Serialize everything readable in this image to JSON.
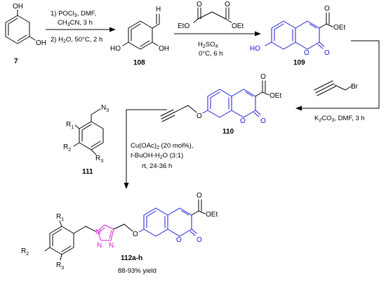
{
  "compounds": {
    "c7": "7",
    "c108": "108",
    "c109": "109",
    "c110": "110",
    "c111": "111",
    "c112": "112a-h"
  },
  "atoms": {
    "oh": "OH",
    "ho": "HO",
    "h": "H",
    "o": "O",
    "oet": "OEt",
    "et": "Et",
    "etO": "EtO",
    "br": "Br",
    "n3": "N",
    "n3_sub": "3",
    "n": "N",
    "r1": "R",
    "r1_sub": "1",
    "r2": "R",
    "r2_sub": "2",
    "r3": "R",
    "r3_sub": "3"
  },
  "conditions": {
    "step1": [
      "1) POCl3, DMF,",
      "CH3CN, 3 h",
      "2) H2O, 50°C, 2 h"
    ],
    "step2": [
      "H2SO4",
      "0°C, 6 h"
    ],
    "step3": "K2CO3, DMF, 3 h",
    "step4": [
      "Cu(OAc)2 (20 mol%),",
      "t-BuOH-H2O (3:1)",
      "rt, 24-36 h"
    ]
  },
  "yield": "88-93% yield",
  "colors": {
    "coumarin_blue": "#1a1ad6",
    "triazole_magenta": "#d61ad6"
  }
}
